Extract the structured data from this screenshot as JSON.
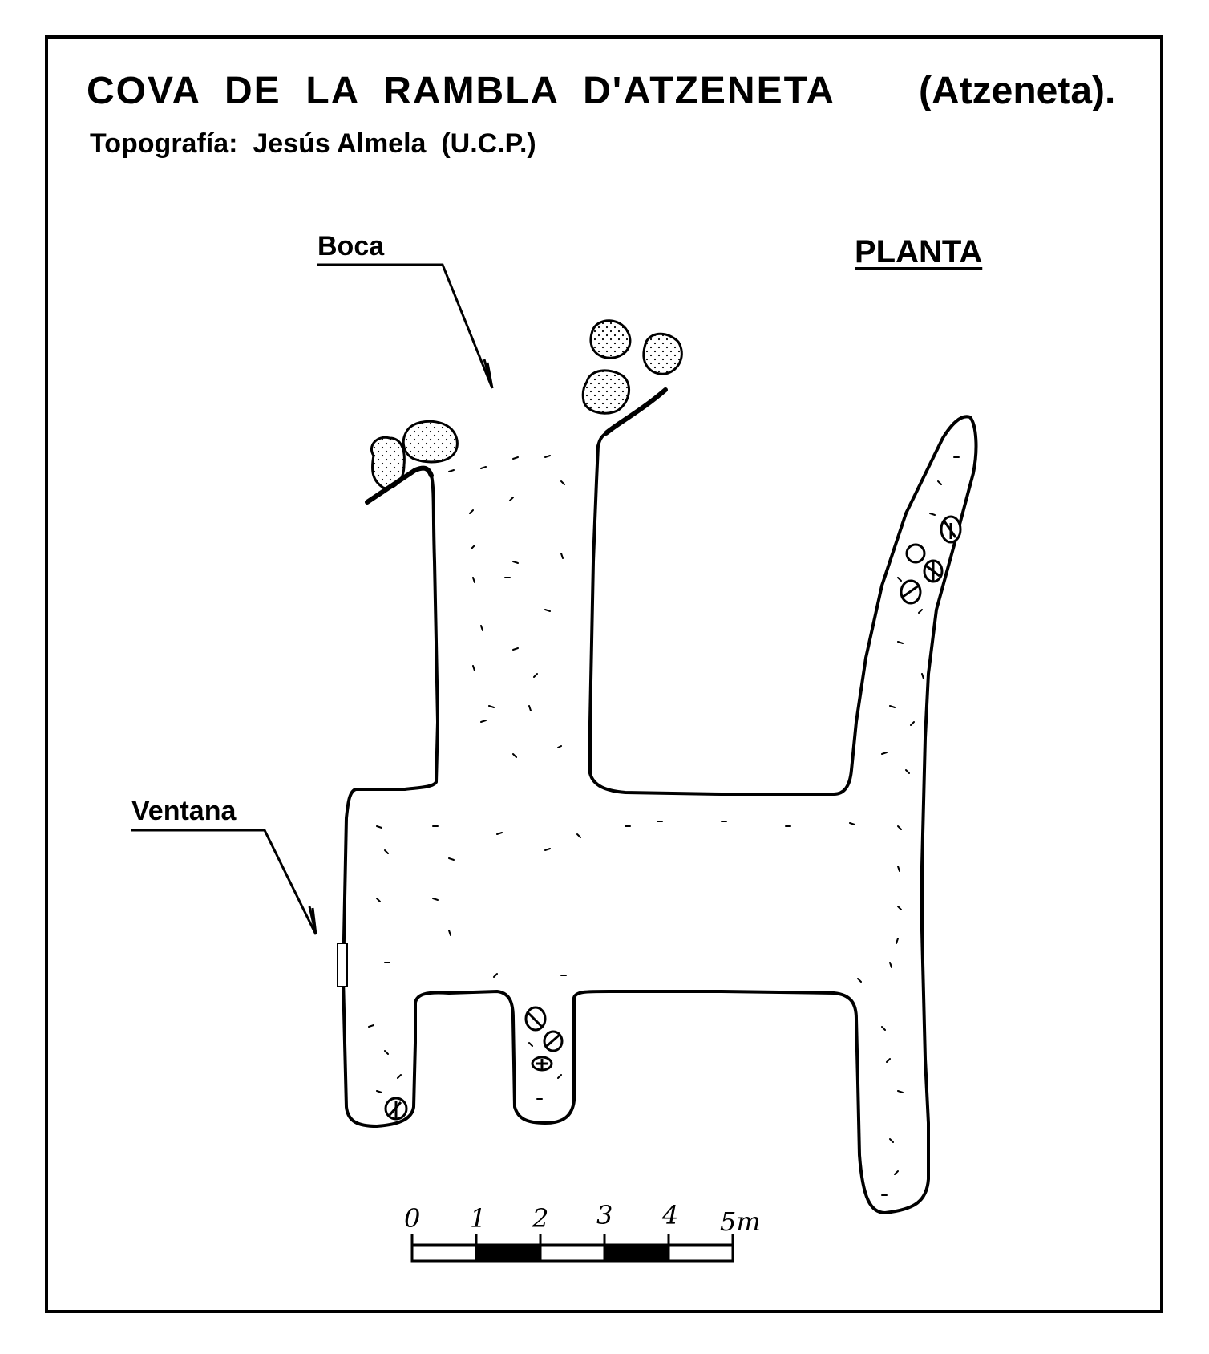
{
  "title": {
    "name": "COVA  DE  LA  RAMBLA  D'ATZENETA",
    "place": "(Atzeneta)."
  },
  "subtitle": "Topografía:  Jesús Almela  (U.C.P.)",
  "view_label": "PLANTA",
  "labels": {
    "entrance": "Boca",
    "window": "Ventana"
  },
  "scale_bar": {
    "ticks": [
      "0",
      "1",
      "2",
      "3",
      "4",
      "5m"
    ],
    "unit": "m",
    "length_m": 5
  },
  "colors": {
    "ink": "#000000",
    "paper": "#ffffff"
  },
  "icons": [
    "boulder-icon",
    "floor-debris-pattern"
  ]
}
